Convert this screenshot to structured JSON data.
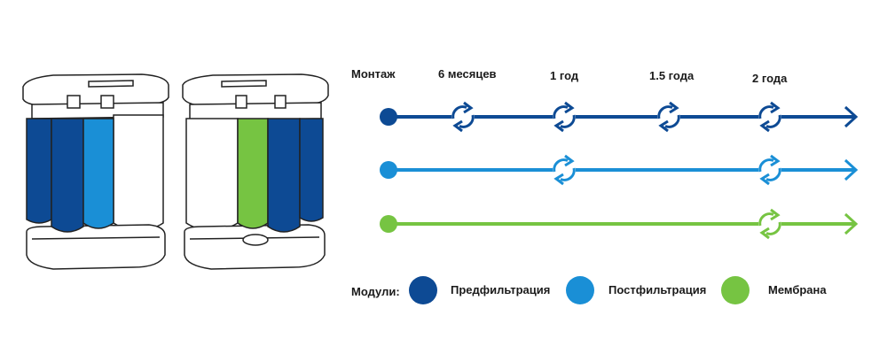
{
  "timeline": {
    "start_label": "Монтаж",
    "intervals": [
      "6 месяцев",
      "1 год",
      "1.5 года",
      "2 года"
    ]
  },
  "legend": {
    "title": "Модули:",
    "items": [
      {
        "label": "Предфильтрация",
        "color": "#0d4a94"
      },
      {
        "label": "Постфильтрация",
        "color": "#1a8fd6"
      },
      {
        "label": "Мембрана",
        "color": "#76c442"
      }
    ]
  },
  "modules": [
    {
      "name": "Предфильтрация",
      "color": "#0d4a94",
      "replace_at": [
        "6 месяцев",
        "1 год",
        "1.5 года",
        "2 года"
      ]
    },
    {
      "name": "Постфильтрация",
      "color": "#1a8fd6",
      "replace_at": [
        "1 год",
        "2 года"
      ]
    },
    {
      "name": "Мембрана",
      "color": "#76c442",
      "replace_at": [
        "2 года"
      ]
    }
  ],
  "colors": {
    "outline": "#222222",
    "housing": "#ffffff"
  },
  "icons": {
    "replace": "refresh-cycle-icon",
    "arrow": "arrow-right-icon",
    "start": "start-dot-icon"
  }
}
